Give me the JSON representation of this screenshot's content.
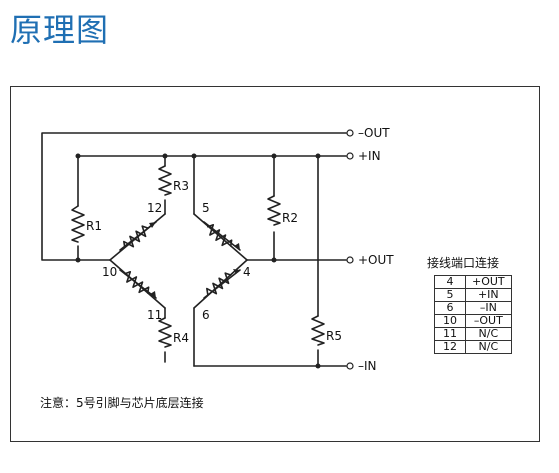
{
  "title": "原理图",
  "terminals": {
    "minus_out": "–OUT",
    "plus_in": "+IN",
    "plus_out": "+OUT",
    "minus_in": "–IN"
  },
  "resistors": {
    "r1": "R1",
    "r2": "R2",
    "r3": "R3",
    "r4": "R4",
    "r5": "R5"
  },
  "node_labels": {
    "n12": "12",
    "n5": "5",
    "n10": "10",
    "n4": "4",
    "n11": "11",
    "n6": "6"
  },
  "pin_table": {
    "title": "接线端口连接",
    "rows": [
      {
        "pin": "4",
        "signal": "+OUT"
      },
      {
        "pin": "5",
        "signal": "+IN"
      },
      {
        "pin": "6",
        "signal": "–IN"
      },
      {
        "pin": "10",
        "signal": "–OUT"
      },
      {
        "pin": "11",
        "signal": "N/C"
      },
      {
        "pin": "12",
        "signal": "N/C"
      }
    ]
  },
  "note": "注意：5号引脚与芯片底层连接",
  "colors": {
    "title": "#1f6fb3",
    "line": "#222222"
  }
}
